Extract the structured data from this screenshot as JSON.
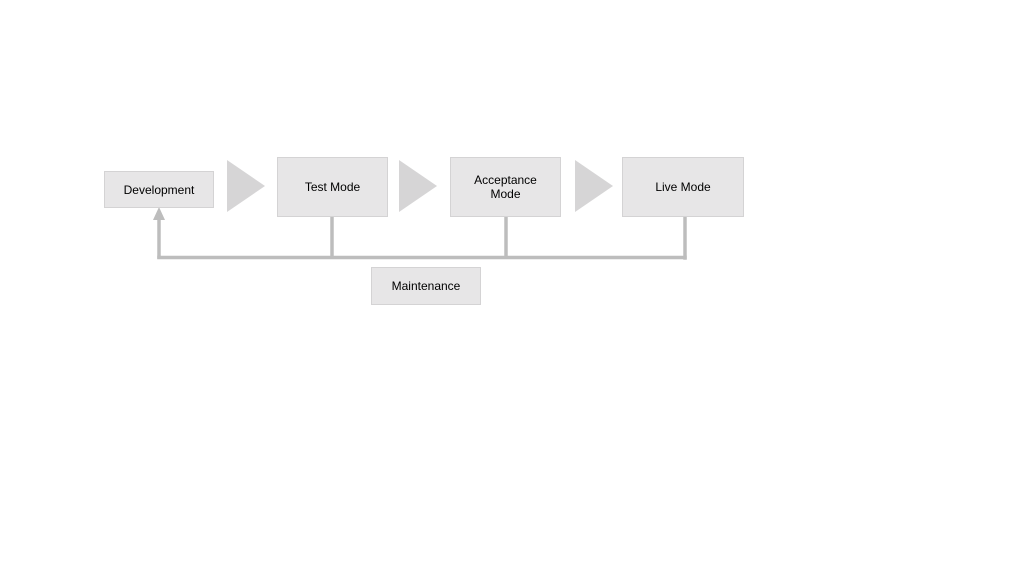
{
  "diagram": {
    "stages": [
      {
        "label": "Development"
      },
      {
        "label": "Test Mode"
      },
      {
        "label": "Acceptance Mode"
      },
      {
        "label": "Live Mode"
      }
    ],
    "feedback": {
      "label": "Maintenance"
    }
  },
  "colors": {
    "box_fill": "#e7e6e7",
    "box_border": "#d4d3d4",
    "chevron": "#d6d5d6",
    "connector": "#bdbdbd"
  },
  "icons": {
    "flow_arrow": "chevron-right-icon",
    "return_arrow": "arrow-up-icon"
  }
}
